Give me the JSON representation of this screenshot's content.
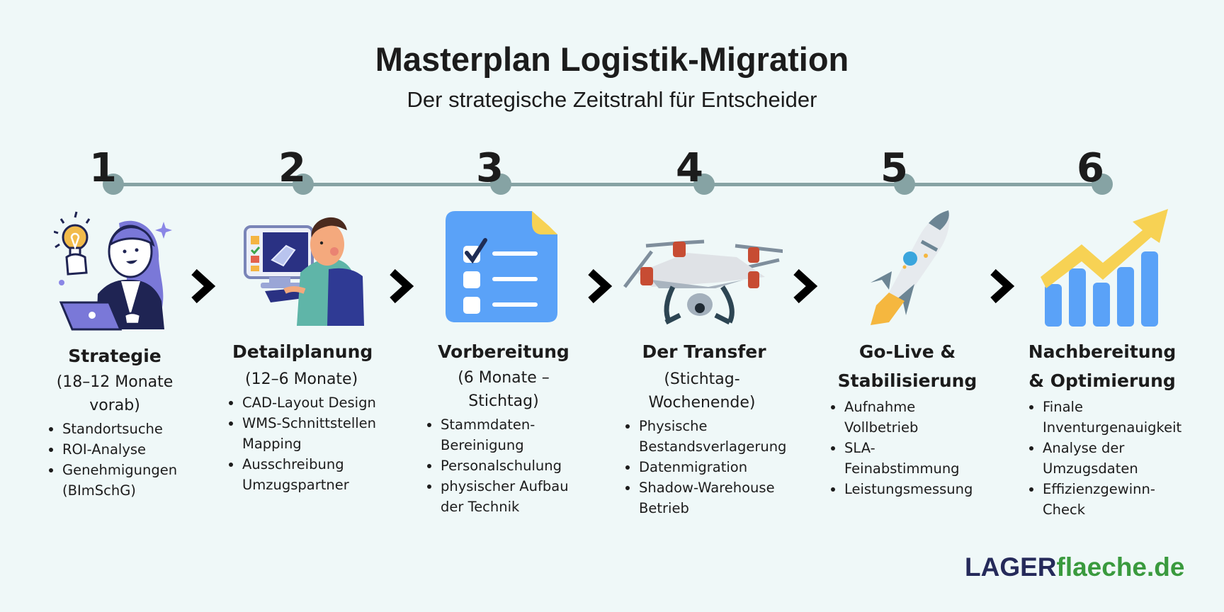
{
  "header": {
    "title": "Masterplan Logistik-Migration",
    "subtitle": "Der strategische Zeitstrahl für Entscheider"
  },
  "colors": {
    "background": "#eff8f8",
    "timeline": "#86a3a4",
    "text": "#1c1c1c",
    "logo_primary": "#252a5a",
    "logo_secondary": "#3a9a3e"
  },
  "steps": [
    {
      "number": "1",
      "icon": "woman-lightbulb-laptop-icon",
      "title": "Strategie",
      "period": "(18–12 Monate vorab)",
      "items": [
        "Standortsuche",
        "ROI-Analyse",
        "Genehmigungen (BImSchG)"
      ]
    },
    {
      "number": "2",
      "icon": "man-cad-computer-icon",
      "title": "Detailplanung",
      "period": "(12–6 Monate)",
      "items": [
        "CAD-Layout Design",
        "WMS-Schnittstellen Mapping",
        "Ausschreibung Umzugspartner"
      ]
    },
    {
      "number": "3",
      "icon": "checklist-icon",
      "title": "Vorbereitung",
      "period": "(6 Monate – Stichtag)",
      "items": [
        "Stammdaten-Bereinigung",
        "Personalschulung",
        "physischer Aufbau der Technik"
      ]
    },
    {
      "number": "4",
      "icon": "drone-icon",
      "title": "Der Transfer",
      "period": "(Stichtag-Wochenende)",
      "items": [
        "Physische Bestandsverlagerung",
        "Datenmigration",
        "Shadow-Warehouse Betrieb"
      ]
    },
    {
      "number": "5",
      "icon": "rocket-icon",
      "title": "Go-Live & Stabilisierung",
      "period": "",
      "items": [
        "Aufnahme Vollbetrieb",
        "SLA-Feinabstimmung",
        "Leistungsmessung"
      ]
    },
    {
      "number": "6",
      "icon": "growth-chart-icon",
      "title": "Nachbereitung & Optimierung",
      "period": "",
      "items": [
        "Finale Inventurgenauigkeit",
        "Analyse der Umzugsdaten",
        "Effizienzgewinn-Check"
      ]
    }
  ],
  "logo": {
    "part1": "LAGER",
    "part2": "flaeche.de"
  }
}
